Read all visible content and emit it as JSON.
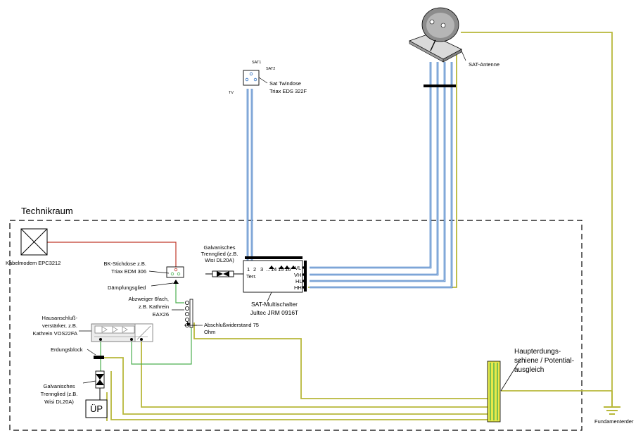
{
  "diagram": {
    "room_label": "Technikraum",
    "sat_antenna": "SAT-Antenne",
    "sat_socket": {
      "port1": "SAT1",
      "port2": "SAT2",
      "port_tv": "TV",
      "name_line1": "Sat Twindose",
      "name_line2": "Triax EDS 322F"
    },
    "cable_modem": "Kabelmodem EPC3212",
    "bk_socket": {
      "line1": "BK-Stichdose z.B.",
      "line2": "Triax EDM 306"
    },
    "attenuator": "Dämpfungsglied",
    "isolator_top": {
      "line1": "Galvanisches",
      "line2": "Trennglied (z.B.",
      "line3": "Wisi DL20A)"
    },
    "multiswitch": {
      "outputs": [
        "1",
        "2",
        "3",
        "...",
        "14",
        "15",
        "16"
      ],
      "terr": "Terr.",
      "inputs": [
        "VL",
        "VH",
        "HL",
        "HH"
      ],
      "name_line1": "SAT-Multischalter",
      "name_line2": "Jultec JRM 0916T"
    },
    "splitter": {
      "line1": "Abzweiger 6fach,",
      "line2": "z.B. Kathrein",
      "line3": "EAX26"
    },
    "terminator": {
      "line1": "Abschlußwiderstand 75",
      "line2": "Ohm"
    },
    "amplifier": {
      "line1": "Hausanschluß-",
      "line2": "verstärker, z.B.",
      "line3": "Kathrein VOS22FA"
    },
    "ground_block": "Erdungsblock",
    "isolator_bottom": {
      "line1": "Galvanisches",
      "line2": "Trennglied (z.B.",
      "line3": "Wisi DL20A)"
    },
    "up_box": "ÜP",
    "main_bus": {
      "line1": "Haupterdungs-",
      "line2": "schiene / Potential-",
      "line3": "ausgleich"
    },
    "earth": "Fundamenterder",
    "colors": {
      "coax": "#2f6fbf",
      "ground": "#b8b83a",
      "ground_green": "#4caf50",
      "modem_line": "#c0392b",
      "border": "#000000"
    }
  }
}
